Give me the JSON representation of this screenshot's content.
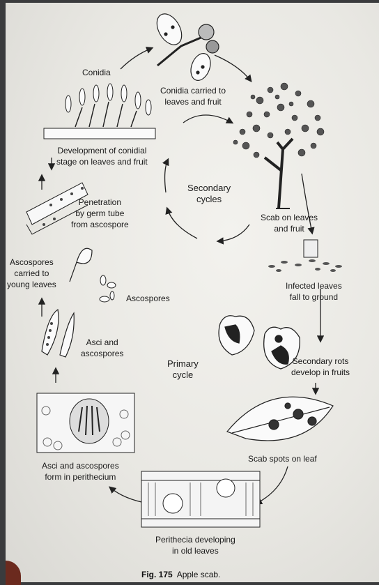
{
  "labels": {
    "conidia": "Conidia",
    "conidia_carried": [
      "Conidia carried to",
      "leaves and fruit"
    ],
    "development": [
      "Development of conidial",
      "stage on leaves and fruit"
    ],
    "secondary_cycles": [
      "Secondary",
      "cycles"
    ],
    "penetration": [
      "Penetration",
      "by germ tube",
      "from ascospore"
    ],
    "scab_leaves_fruit": [
      "Scab on leaves",
      "and fruit"
    ],
    "ascospores_carried": [
      "Ascospores",
      "carried to",
      "young leaves"
    ],
    "infected_leaves": [
      "Infected leaves",
      "fall to ground"
    ],
    "ascospores": "Ascospores",
    "asci_and": [
      "Asci and",
      "ascospores"
    ],
    "primary_cycle": [
      "Primary",
      "cycle"
    ],
    "secondary_rots": [
      "Secondary rots",
      "develop in fruits"
    ],
    "scab_spots": "Scab spots on leaf",
    "asci_form": [
      "Asci and ascospores",
      "form in perithecium"
    ],
    "perithecia": [
      "Perithecia developing",
      "in old leaves"
    ]
  },
  "caption": {
    "fig": "Fig. 175",
    "title": "Apple scab."
  }
}
